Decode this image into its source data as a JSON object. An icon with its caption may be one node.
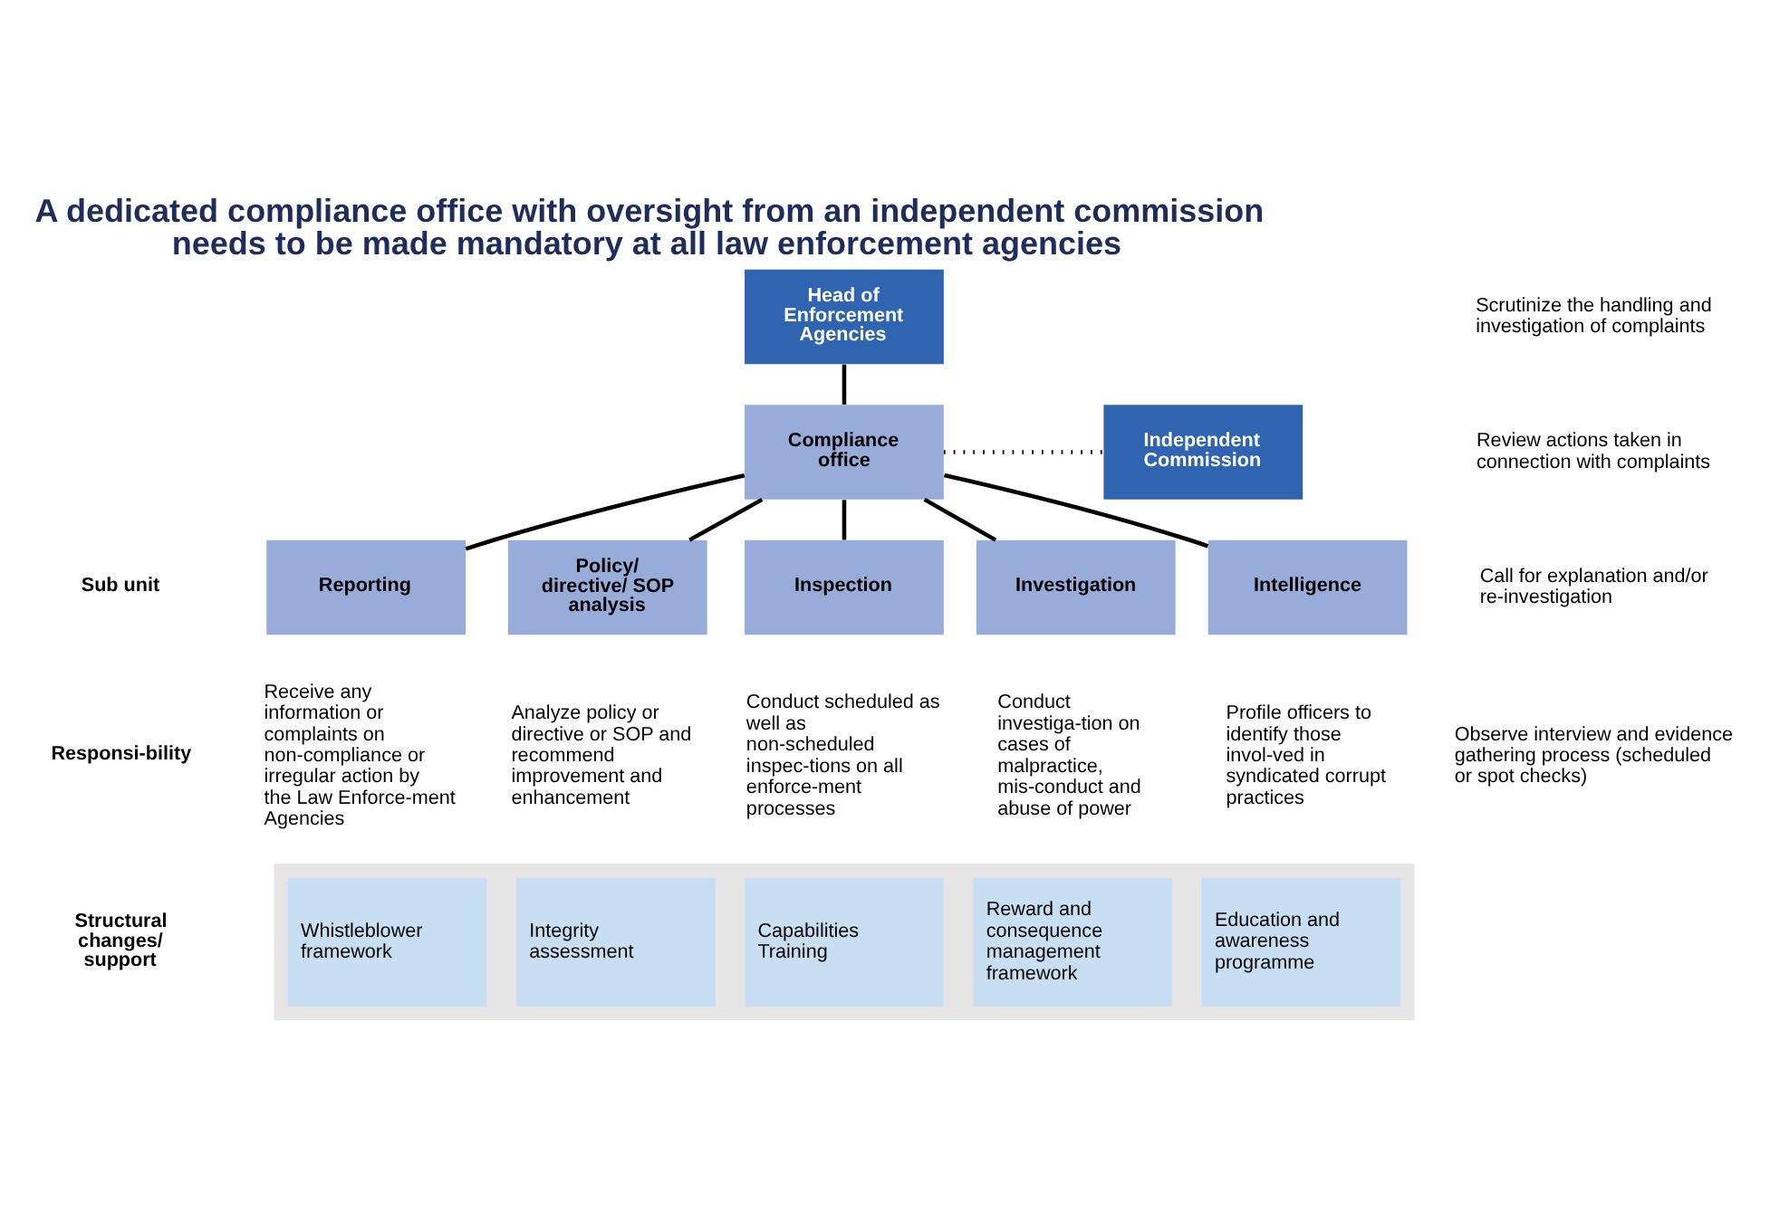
{
  "diagram": {
    "title": "A dedicated compliance office with oversight from an independent commission needs to be made mandatory at all law enforcement agencies",
    "nodes": [
      {
        "text": [
          "Head of Enforcement Agencies"
        ]
      },
      {
        "text": [
          "Compliance office"
        ]
      },
      {
        "text": [
          "Independent Commission"
        ]
      },
      {
        "text": [
          "Reporting"
        ],
        "beside": [
          "Receive any information or complaints on non-compliance or irregular action by the Law Enforce-ment Agencies"
        ]
      },
      {
        "text": [
          "Policy/ directive/ SOP analysis"
        ],
        "beside": [
          "Analyze policy or directive or SOP and recommend improvement and enhancement"
        ]
      },
      {
        "text": [
          "Inspection"
        ],
        "beside": [
          "Conduct scheduled as well as non-scheduled inspec-tions on all enforce-ment processes"
        ]
      },
      {
        "text": [
          "Investigation"
        ],
        "beside": [
          "Conduct investiga-tion on cases of malpractice, mis-conduct and abuse of power"
        ]
      },
      {
        "text": [
          "Intelligence"
        ],
        "beside": [
          "Profile officers to identify those invol-ved in syndicated corrupt practices"
        ]
      },
      {
        "text": [],
        "shape": "band"
      },
      {
        "text": [
          "Whistleblower framework"
        ],
        "in": 8
      },
      {
        "text": [
          "Integrity assessment"
        ],
        "in": 8
      },
      {
        "text": [
          "Capabilities Training"
        ],
        "in": 8
      },
      {
        "text": [
          "Reward and consequence management framework"
        ],
        "in": 8
      },
      {
        "text": [
          "Education and awareness programme"
        ],
        "in": 8
      }
    ],
    "edges": [
      {
        "from": 0,
        "to": 1,
        "arrow": "none"
      },
      {
        "from": 1,
        "to": 2,
        "arrow": "none",
        "style": "dashed"
      },
      {
        "from": 1,
        "to": 3,
        "arrow": "none"
      },
      {
        "from": 1,
        "to": 4,
        "arrow": "none"
      },
      {
        "from": 1,
        "to": 5,
        "arrow": "none"
      },
      {
        "from": 1,
        "to": 6,
        "arrow": "none"
      },
      {
        "from": 1,
        "to": 7,
        "arrow": "none"
      }
    ],
    "labels": [
      "Scrutinize the handling and investigation of complaints",
      "Review actions taken in connection with complaints",
      "Call for explanation and/or re-investigation",
      "Observe interview and evidence gathering process (scheduled or spot checks)",
      "Sub unit",
      "Responsi-bility",
      "Structural changes/ support"
    ]
  }
}
